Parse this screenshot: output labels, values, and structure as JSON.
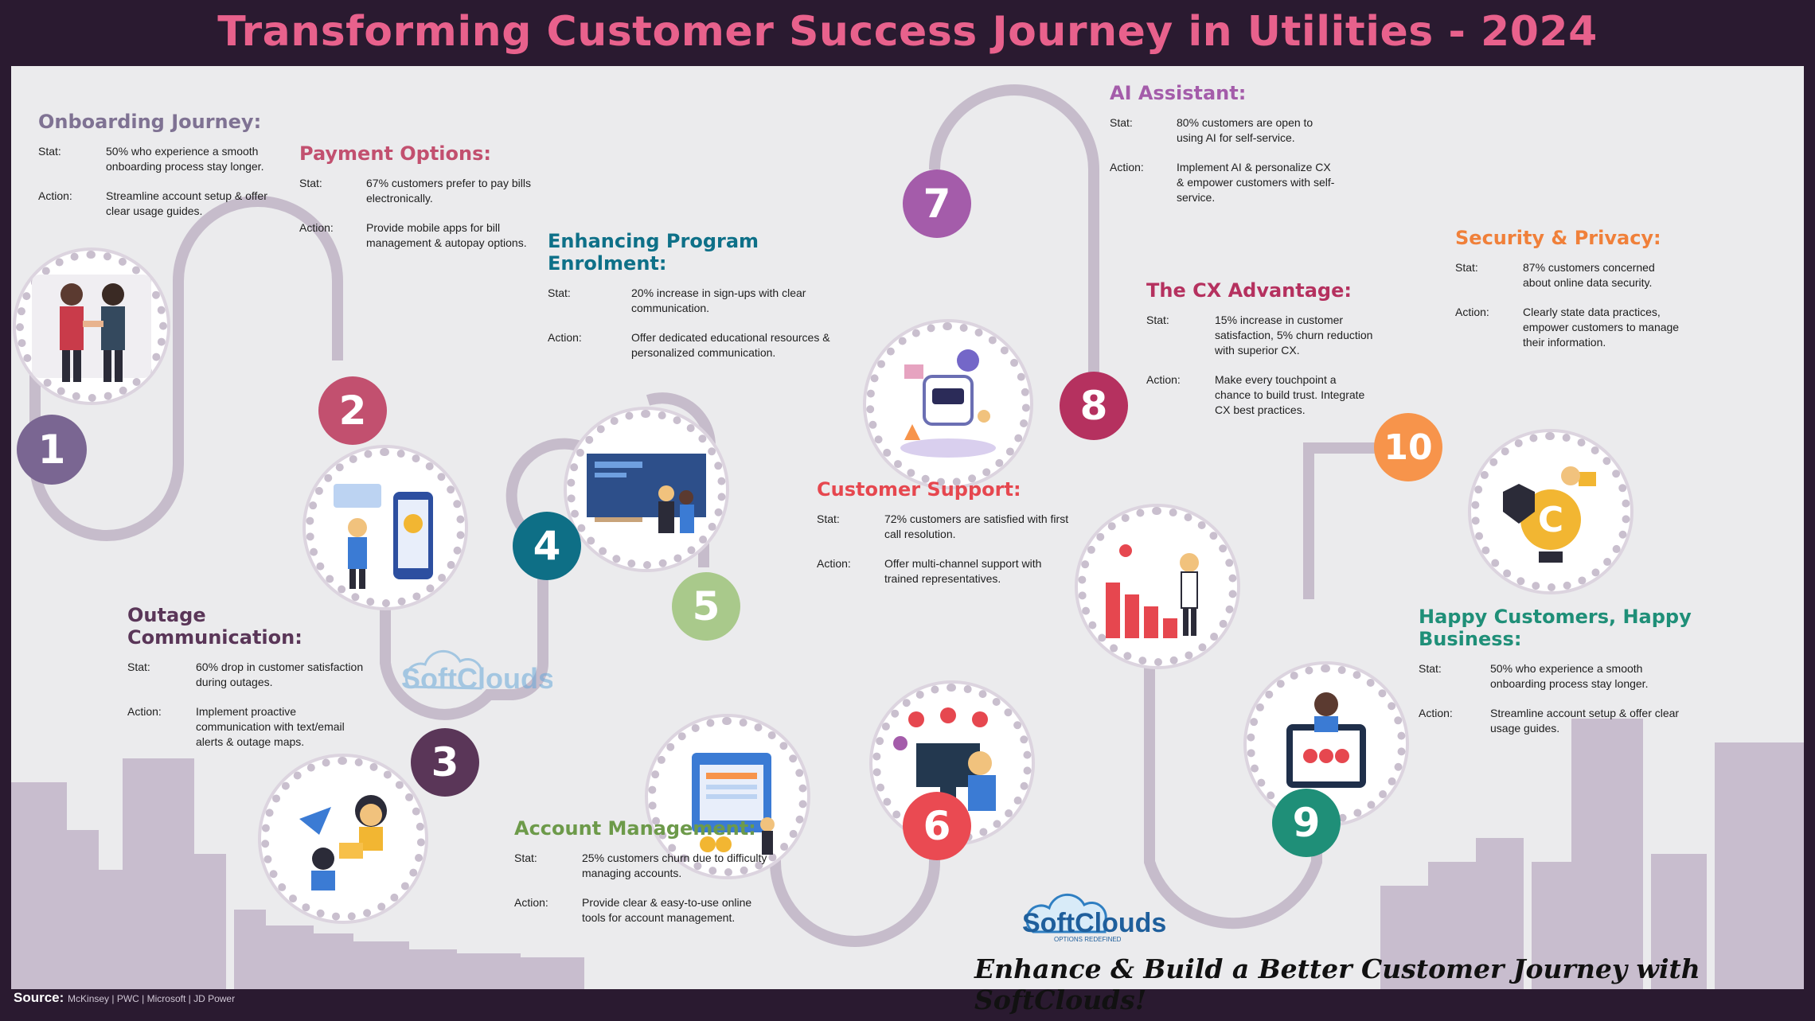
{
  "title": "Transforming Customer Success Journey in Utilities - 2024",
  "labels": {
    "stat": "Stat:",
    "action": "Action:"
  },
  "steps": [
    {
      "number": "1",
      "heading": "Onboarding Journey:",
      "stat": "50% who experience a smooth onboarding process stay longer.",
      "action": "Streamline account setup & offer clear usage guides.",
      "color": "#7a6692",
      "heading_color": "#7f7293"
    },
    {
      "number": "2",
      "heading": "Payment Options:",
      "stat": "67% customers prefer to pay bills electronically.",
      "action": "Provide mobile apps for bill management & autopay options.",
      "color": "#c2506f",
      "heading_color": "#c2506f"
    },
    {
      "number": "3",
      "heading": "Outage Communication:",
      "stat": "60% drop in customer satisfaction during outages.",
      "action": "Implement proactive communication with text/email alerts & outage maps.",
      "color": "#5a3658",
      "heading_color": "#5a3658"
    },
    {
      "number": "4",
      "heading": "Enhancing Program Enrolment:",
      "stat": "20% increase in sign-ups with clear communication.",
      "action": "Offer dedicated educational resources & personalized communication.",
      "color": "#0e6f86",
      "heading_color": "#0e7088"
    },
    {
      "number": "5",
      "heading": "Account Management:",
      "stat": "25% customers churn due to difficulty managing accounts.",
      "action": "Provide clear & easy-to-use online tools for account management.",
      "color": "#a9c98b",
      "heading_color": "#6d9a4a"
    },
    {
      "number": "6",
      "heading": "Customer Support:",
      "stat": "72% customers are satisfied with first call resolution.",
      "action": "Offer multi-channel support with trained representatives.",
      "color": "#ea4a52",
      "heading_color": "#e6474f"
    },
    {
      "number": "7",
      "heading": "AI Assistant:",
      "stat": "80% customers are open to using AI for self-service.",
      "action": "Implement AI & personalize CX & empower customers with self-service.",
      "color": "#a45caa",
      "heading_color": "#a45caa"
    },
    {
      "number": "8",
      "heading": "The CX Advantage:",
      "stat": "15% increase in customer satisfaction, 5% churn reduction with superior CX.",
      "action": "Make every touchpoint a chance to build trust. Integrate CX best practices.",
      "color": "#b5315f",
      "heading_color": "#b5315f"
    },
    {
      "number": "9",
      "heading": "Happy Customers, Happy Business:",
      "stat": "50% who experience a smooth onboarding process stay longer.",
      "action": "Streamline account setup & offer clear usage guides.",
      "color": "#1f8f78",
      "heading_color": "#1f8f78"
    },
    {
      "number": "10",
      "heading": "Security & Privacy:",
      "stat": "87% customers concerned about online data security.",
      "action": "Clearly state data practices, empower customers to manage their information.",
      "color": "#f7944b",
      "heading_color": "#f0803a"
    }
  ],
  "logo": {
    "name": "SoftClouds",
    "tagline": "OPTIONS REDEFINED"
  },
  "footer_tagline": "Enhance & Build a Better Customer Journey with SoftClouds!",
  "source": {
    "label": "Source:",
    "text": "McKinsey | PWC | Microsoft | JD Power"
  }
}
